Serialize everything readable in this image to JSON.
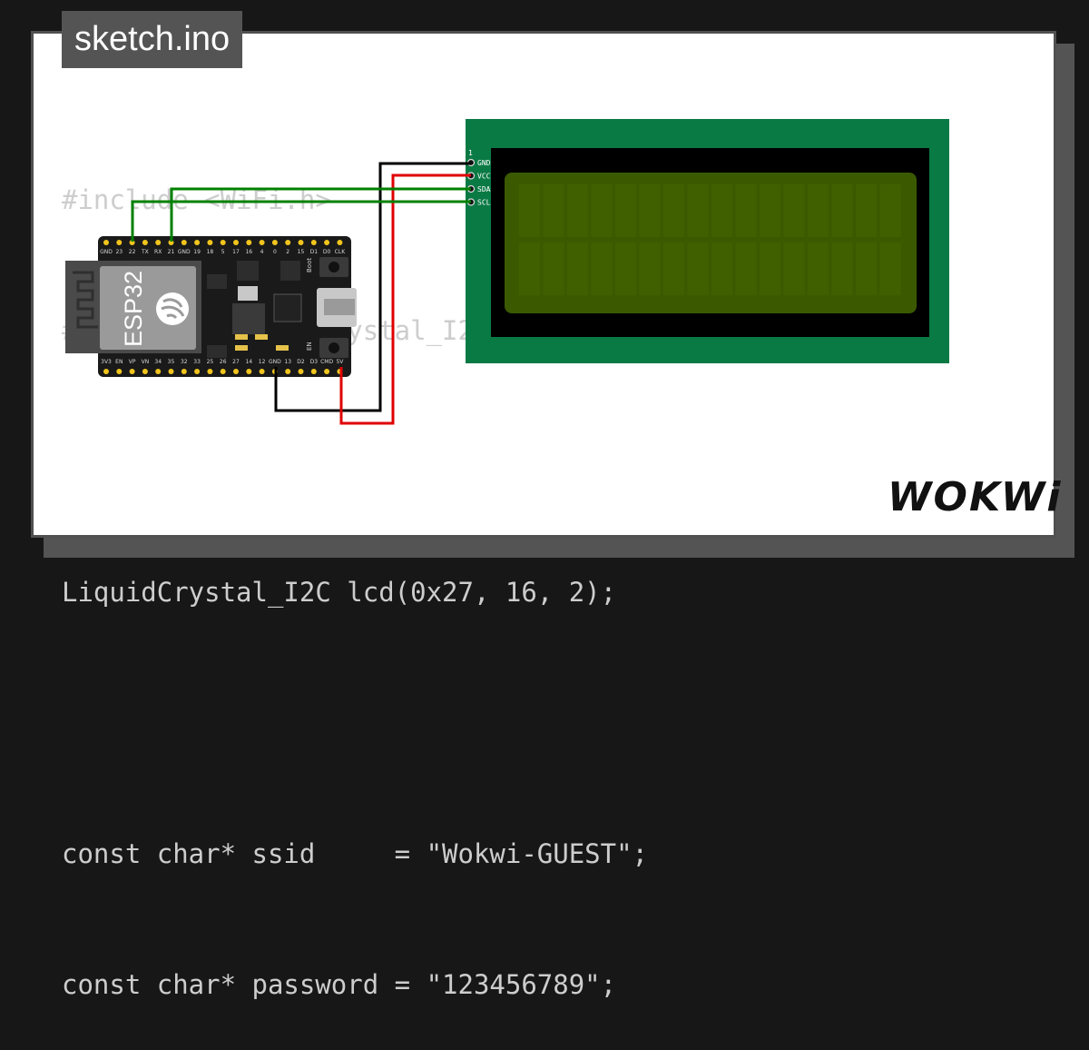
{
  "sketch": {
    "filename": "sketch.ino"
  },
  "code_lines": [
    "#include <WiFi.h>",
    "#include <LiquidCrystal_I2C.h>",
    "",
    "LiquidCrystal_I2C lcd(0x27, 16, 2);",
    "",
    "const char* ssid     = \"Wokwi-GUEST\";",
    "const char* password = \"123456789\";"
  ],
  "lcd": {
    "pin_number": "1",
    "pins": [
      "GND",
      "VCC",
      "SDA",
      "SCL"
    ],
    "bezel_color": "#0a7a45",
    "screen_color": "#3b5a00"
  },
  "esp32": {
    "label": "ESP32",
    "top_pins": [
      "GND",
      "23",
      "22",
      "TX",
      "RX",
      "21",
      "GND",
      "19",
      "18",
      "5",
      "17",
      "16",
      "4",
      "0",
      "2",
      "15",
      "D1",
      "D0",
      "CLK"
    ],
    "bottom_pins": [
      "3V3",
      "EN",
      "VP",
      "VN",
      "34",
      "35",
      "32",
      "33",
      "25",
      "26",
      "27",
      "14",
      "12",
      "GND",
      "13",
      "D2",
      "D3",
      "CMD",
      "5V"
    ],
    "boot_label": "Boot",
    "en_label": "EN"
  },
  "wires": {
    "gnd_color": "#000000",
    "vcc_color": "#e00000",
    "signal_color": "#008000"
  },
  "brand": {
    "logo": "WOKWi"
  }
}
